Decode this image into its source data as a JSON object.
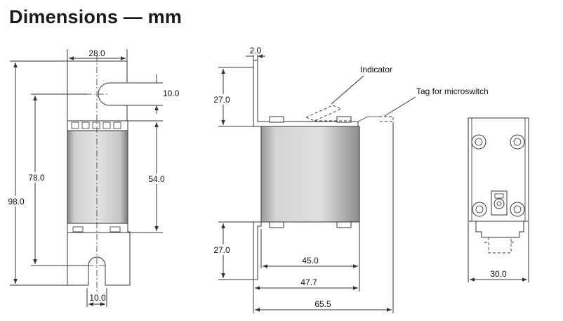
{
  "title": "Dimensions — mm",
  "front_view": {
    "width_top": "28.0",
    "slot_height": "10.0",
    "hole_spacing": "78.0",
    "body_height": "54.0",
    "overall_height": "98.0",
    "slot_width": "10.0"
  },
  "side_view": {
    "tab_thickness": "2.0",
    "upper_leg": "27.0",
    "lower_leg": "27.0",
    "indicator_label": "Indicator",
    "microswitch_label": "Tag for microswitch",
    "depth_45": "45.0",
    "depth_47": "47.7",
    "depth_65": "65.5"
  },
  "end_view": {
    "width": "30.0"
  },
  "colors": {
    "line": "#333333",
    "body_fill": "#c8c8c8",
    "text": "#111111"
  }
}
